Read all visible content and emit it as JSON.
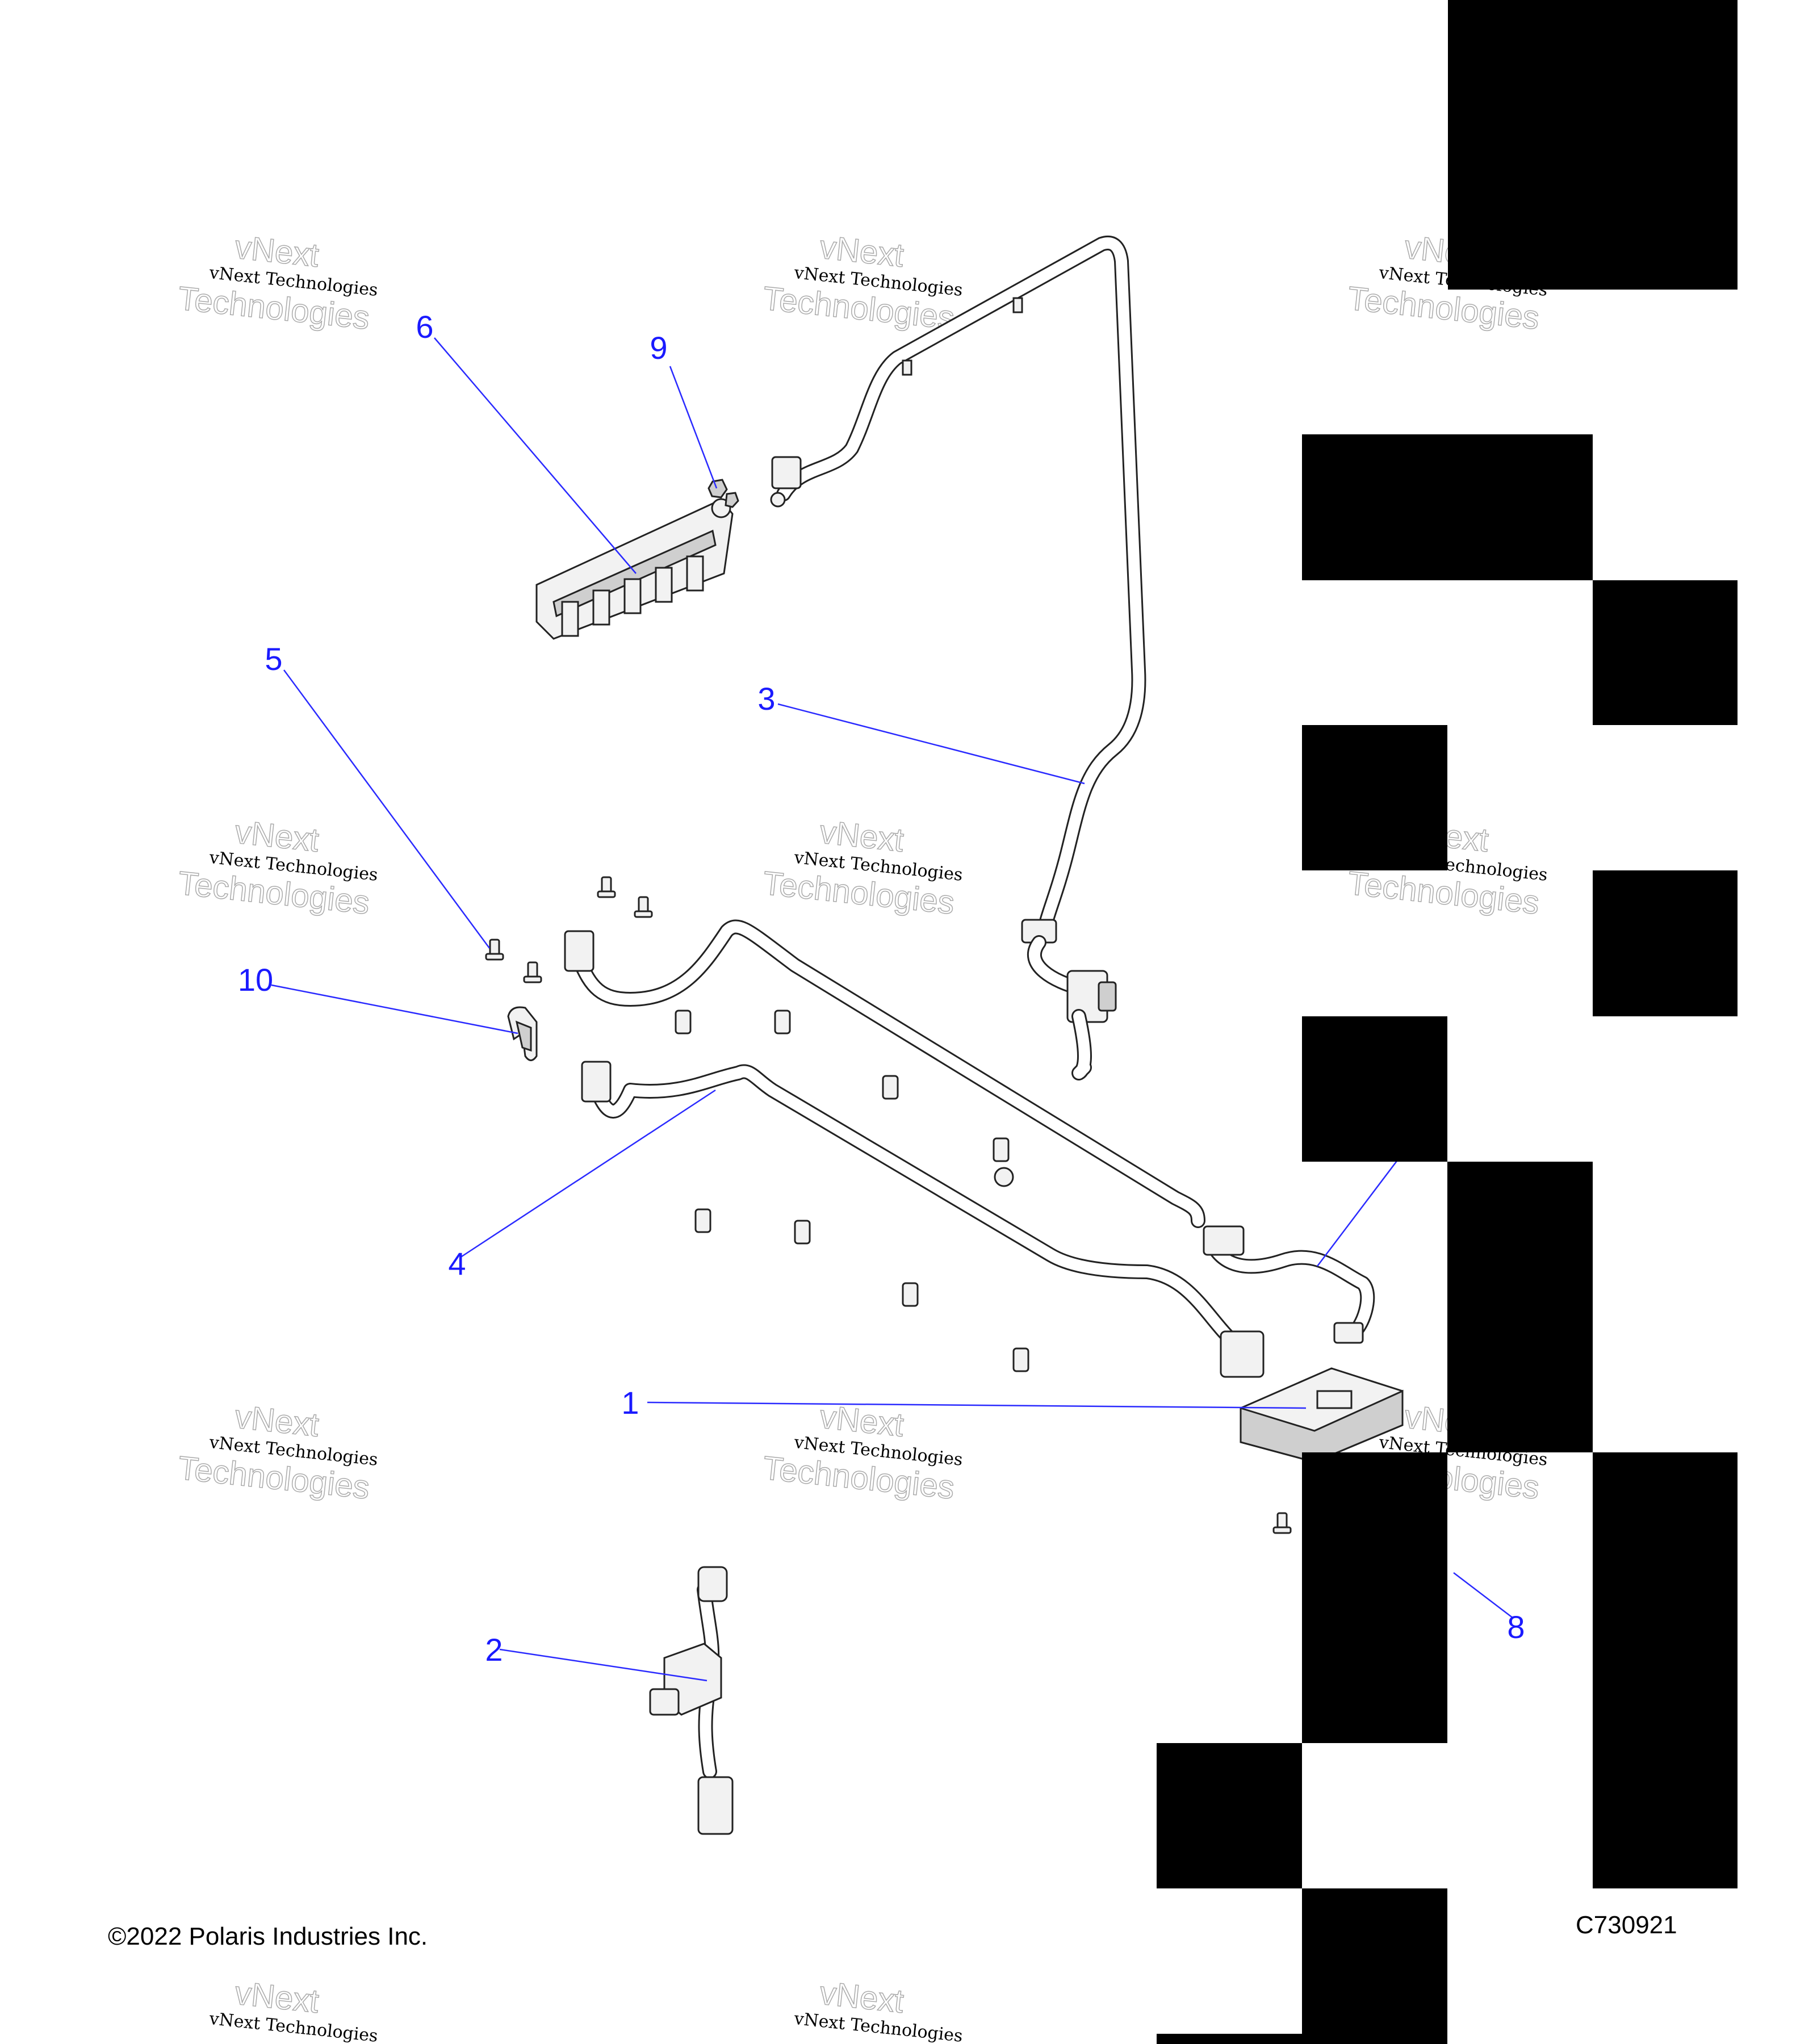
{
  "diagram": {
    "callouts": [
      "1",
      "2",
      "3",
      "4",
      "5",
      "6",
      "8",
      "9",
      "10"
    ],
    "watermark": {
      "line1": "vNext Technologies",
      "line2": "vNext",
      "line3": "Technologies"
    },
    "copyright": "©2022 Polaris Industries Inc.",
    "figure_id": "C730921",
    "colors": {
      "callout": "#1a1aff",
      "leader": "#2a2aff",
      "line_art": "#222222",
      "redaction": "#000000"
    }
  }
}
